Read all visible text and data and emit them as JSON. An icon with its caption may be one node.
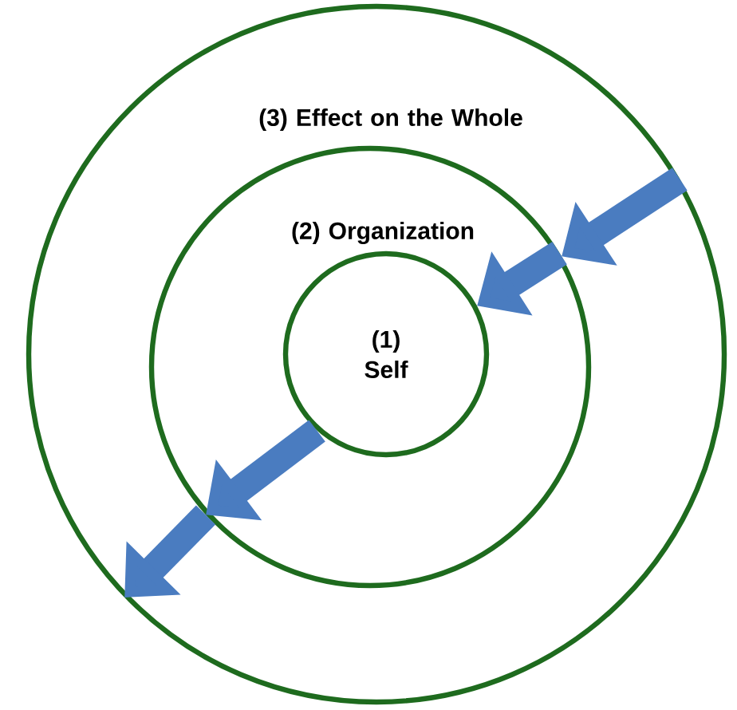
{
  "diagram": {
    "nodes": [
      {
        "text": [
          "(3) Effect on the Whole"
        ]
      },
      {
        "text": [
          "(2) Organization"
        ],
        "in": 0
      },
      {
        "text": [
          "(1) Self"
        ],
        "in": 1
      }
    ],
    "edges": [
      {
        "from": 0,
        "to": 1,
        "arrow": "to"
      },
      {
        "from": 1,
        "to": 2,
        "arrow": "to"
      },
      {
        "from": 2,
        "to": 1,
        "arrow": "to"
      },
      {
        "from": 1,
        "to": 0,
        "arrow": "to"
      }
    ]
  }
}
